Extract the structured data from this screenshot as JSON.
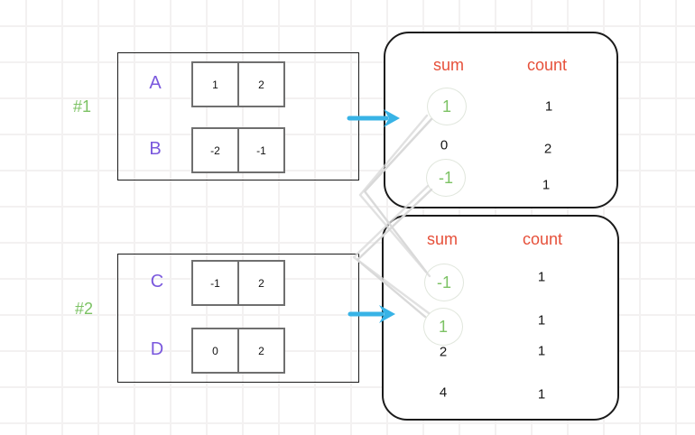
{
  "diagram": {
    "colors": {
      "purple": "#7a58dd",
      "green": "#7cc264",
      "green_label": "#8ac578",
      "orange": "#e6503a",
      "cyan": "#38b3e6",
      "connector_gray": "#d9d9d9",
      "circle_stroke": "#e0e6dc",
      "cell_border": "#6f6f6f",
      "box_border": "#1b1b1b",
      "grid": "#f3f1f1"
    },
    "groups": [
      {
        "label": "#1",
        "arrays": [
          {
            "name": "A",
            "cells": [
              "1",
              "2"
            ]
          },
          {
            "name": "B",
            "cells": [
              "-2",
              "-1"
            ]
          }
        ],
        "table": {
          "sum_header": "sum",
          "count_header": "count",
          "rows": [
            {
              "sum": "1",
              "count": "1",
              "highlighted": true
            },
            {
              "sum": "0",
              "count": "2",
              "highlighted": false
            },
            {
              "sum": "-1",
              "count": "1",
              "highlighted": true
            }
          ]
        }
      },
      {
        "label": "#2",
        "arrays": [
          {
            "name": "C",
            "cells": [
              "-1",
              "2"
            ]
          },
          {
            "name": "D",
            "cells": [
              "0",
              "2"
            ]
          }
        ],
        "table": {
          "sum_header": "sum",
          "count_header": "count",
          "rows": [
            {
              "sum": "-1",
              "count": "1",
              "highlighted": true
            },
            {
              "sum": "1",
              "count": "1",
              "highlighted": true
            },
            {
              "sum": "2",
              "count": "1",
              "highlighted": false
            },
            {
              "sum": "4",
              "count": "1",
              "highlighted": false
            }
          ]
        }
      }
    ],
    "connections": [
      {
        "from": "group1 sum 1",
        "to": "group2 sum -1"
      },
      {
        "from": "group1 sum -1",
        "to": "group2 sum 1"
      }
    ]
  }
}
